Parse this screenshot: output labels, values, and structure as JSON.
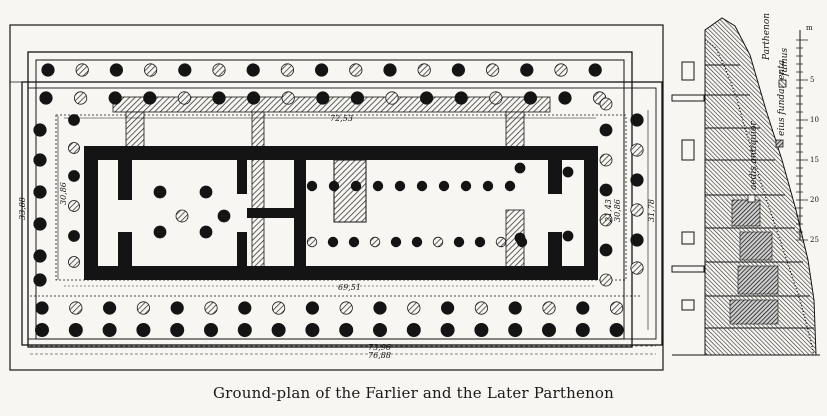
{
  "figure": {
    "caption": "Ground-plan of the Farlier and the Later Parthenon",
    "dimensions": {
      "inner_top_length": "72,53",
      "inner_bottom_length": "69,51",
      "overall_length_upper": "73,96",
      "overall_length_lower": "76,88",
      "left_width_outer": "33,88",
      "left_width_inner": "30,86",
      "right_width_inner_a": "21,43",
      "right_width_inner_b": "30,86",
      "right_width_outer": "31,78"
    },
    "section": {
      "title": "Parthenon",
      "legend": [
        "aedis antiquior",
        "eius fundamenta",
        "fumus"
      ],
      "scale_unit": "m",
      "scale_marks": [
        "5",
        "10",
        "15",
        "20",
        "25"
      ]
    }
  },
  "colors": {
    "ink": "#141414",
    "paper": "#f7f6f2",
    "hatch": "#3a3a3a"
  }
}
